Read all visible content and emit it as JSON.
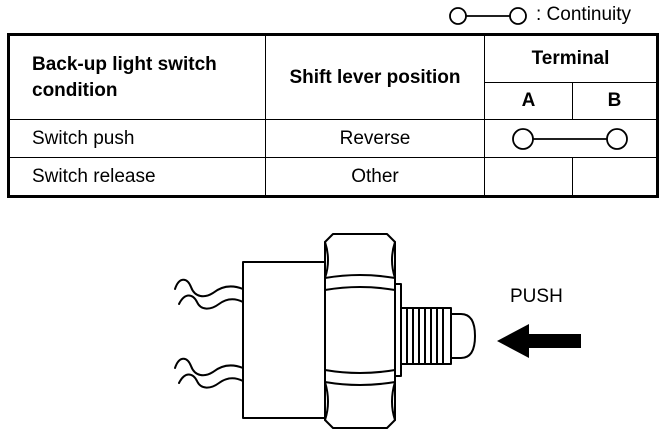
{
  "legend": {
    "label": ": Continuity",
    "icon": "continuity-symbol"
  },
  "table": {
    "headers": {
      "condition": "Back-up light switch condition",
      "shift": "Shift lever position",
      "terminal": "Terminal",
      "term_a": "A",
      "term_b": "B"
    },
    "rows": [
      {
        "condition": "Switch push",
        "shift": "Reverse",
        "continuity": true
      },
      {
        "condition": "Switch release",
        "shift": "Other",
        "continuity": false
      }
    ]
  },
  "diagram": {
    "push_label": "PUSH",
    "icons": [
      "backup-light-switch-illustration",
      "push-arrow-icon"
    ]
  }
}
